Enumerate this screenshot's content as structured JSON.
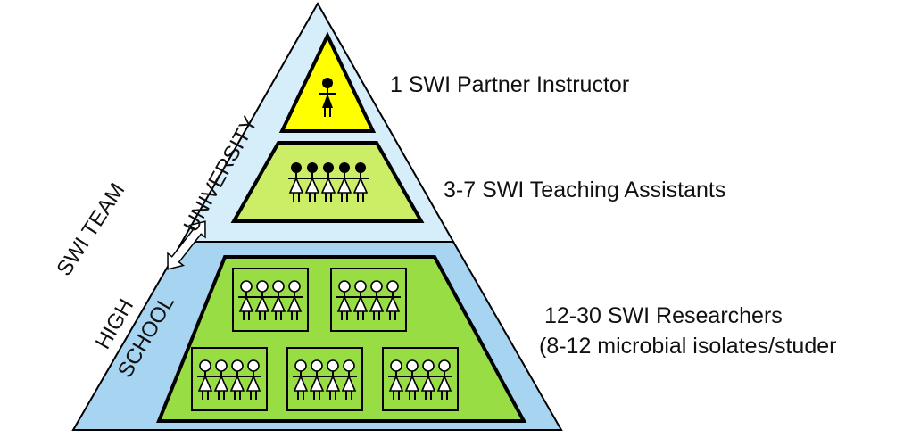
{
  "diagram": {
    "side_labels": {
      "team": "SWI TEAM",
      "university": "UNIVERSITY",
      "high_school_line1": "HIGH",
      "high_school_line2": "SCHOOL"
    },
    "tiers": [
      {
        "label": "1 SWI Partner Instructor",
        "people": 1,
        "figure": "female"
      },
      {
        "label": "3-7 SWI Teaching Assistants",
        "people": 5,
        "figure": "female"
      },
      {
        "label_line1": "12-30 SWI Researchers",
        "label_line2": "(8-12 microbial isolates/studer",
        "groups": 5,
        "people_per_group": 4,
        "figure": "female-outline"
      }
    ],
    "colors": {
      "university_band": "#d6eefa",
      "high_school_band": "#a7d4f0",
      "top_tier_fill": "#ffff00",
      "middle_tier_fill": "#ccee66",
      "bottom_tier_fill": "#99dd44",
      "outline": "#000000",
      "arrow_fill": "#ffffff"
    },
    "icons": [
      "person-female-icon",
      "double-arrow-icon"
    ]
  }
}
